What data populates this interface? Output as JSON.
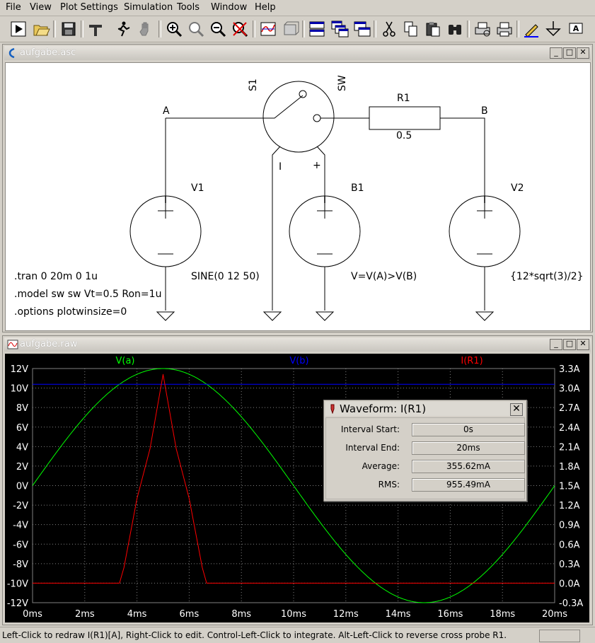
{
  "menu": {
    "file": "File",
    "view": "View",
    "plot_settings": "Plot Settings",
    "simulation": "Simulation",
    "tools": "Tools",
    "window": "Window",
    "help": "Help"
  },
  "toolbar": {
    "buttons": [
      "run-icon",
      "open-icon",
      "save-icon",
      "control-panel-icon",
      "halt-icon",
      "hand-icon",
      "zoom-in-icon",
      "zoom-full-icon",
      "zoom-out-icon",
      "zoom-cancel-icon",
      "autorange-icon",
      "plot-settings-icon",
      "tile-icon",
      "cascade-icon",
      "close-windows-icon",
      "cut-icon",
      "copy-icon",
      "paste-icon",
      "find-icon",
      "print-preview-icon",
      "print-icon",
      "draw-wire-icon",
      "ground-icon",
      "label-net-icon"
    ]
  },
  "schematic_window": {
    "title": "aufgabe.asc",
    "components": {
      "s1": "S1",
      "sw": "SW",
      "r1": "R1",
      "r1_value": "0.5",
      "node_a": "A",
      "node_b": "B",
      "v1": "V1",
      "b1": "B1",
      "v2": "V2",
      "v1_value": "SINE(0 12 50)",
      "b1_value": "V=V(A)>V(B)",
      "v2_value": "{12*sqrt(3)/2}",
      "sw_minus": "I",
      "sw_plus": "+"
    },
    "directives": [
      ".tran 0 20m 0 1u",
      ".model sw sw Vt=0.5 Ron=1u",
      ".options plotwinsize=0"
    ]
  },
  "plot_window": {
    "title": "aufgabe.raw",
    "colors": {
      "background": "#000000",
      "grid": "#808080",
      "va": "#00ff00",
      "vb": "#0000ff",
      "ir1": "#ff0000",
      "axis_text": "#ffffff"
    }
  },
  "chart_data": {
    "type": "line",
    "xlabel_ticks": [
      "0ms",
      "2ms",
      "4ms",
      "6ms",
      "8ms",
      "10ms",
      "12ms",
      "14ms",
      "16ms",
      "18ms",
      "20ms"
    ],
    "yleft_ticks": [
      "12V",
      "10V",
      "8V",
      "6V",
      "4V",
      "2V",
      "0V",
      "-2V",
      "-4V",
      "-6V",
      "-8V",
      "-10V",
      "-12V"
    ],
    "yright_ticks": [
      "3.3A",
      "3.0A",
      "2.7A",
      "2.4A",
      "2.1A",
      "1.8A",
      "1.5A",
      "1.2A",
      "0.9A",
      "0.6A",
      "0.3A",
      "0.0A",
      "-0.3A"
    ],
    "xlim": [
      0,
      20
    ],
    "ylim_left": [
      -12,
      12
    ],
    "ylim_right": [
      -0.3,
      3.3
    ],
    "series": [
      {
        "name": "V(a)",
        "axis": "left",
        "x": [
          0,
          1,
          2,
          3,
          4,
          5,
          6,
          7,
          8,
          9,
          10,
          11,
          12,
          13,
          14,
          15,
          16,
          17,
          18,
          19,
          20
        ],
        "values": [
          0,
          3.71,
          7.05,
          9.71,
          11.41,
          12,
          11.41,
          9.71,
          7.05,
          3.71,
          0,
          -3.71,
          -7.05,
          -9.71,
          -11.41,
          -12,
          -11.41,
          -9.71,
          -7.05,
          -3.71,
          0
        ]
      },
      {
        "name": "V(b)",
        "axis": "left",
        "x": [
          0,
          20
        ],
        "values": [
          10.39,
          10.39
        ]
      },
      {
        "name": "I(R1)",
        "axis": "right",
        "x": [
          0,
          3.33,
          3.5,
          4,
          4.5,
          5,
          5.5,
          6,
          6.5,
          6.67,
          20
        ],
        "values": [
          0,
          0,
          0.24,
          1.3,
          2.07,
          3.21,
          2.07,
          1.3,
          0.24,
          0,
          0
        ]
      }
    ]
  },
  "waveform_dialog": {
    "title": "Waveform: I(R1)",
    "interval_start_label": "Interval Start:",
    "interval_start": "0s",
    "interval_end_label": "Interval End:",
    "interval_end": "20ms",
    "average_label": "Average:",
    "average": "355.62mA",
    "rms_label": "RMS:",
    "rms": "955.49mA"
  },
  "statusbar": {
    "text": "Left-Click to redraw I(R1)[A],  Right-Click to edit. Control-Left-Click to integrate. Alt-Left-Click to reverse cross probe R1."
  }
}
